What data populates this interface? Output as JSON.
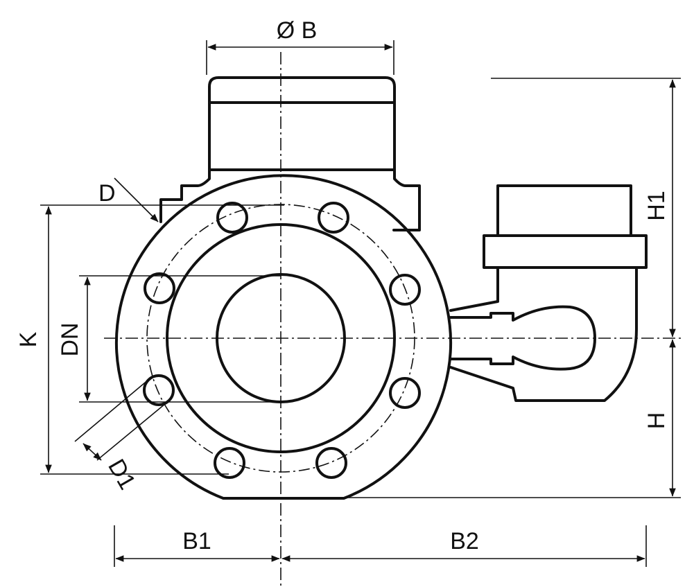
{
  "diagram": {
    "labels": {
      "dia_b": "Ø B",
      "d": "D",
      "k": "K",
      "dn": "DN",
      "d1": "D1",
      "h1": "H1",
      "h": "H",
      "b1": "B1",
      "b2": "B2"
    },
    "line_color": "#111111",
    "background": "#ffffff"
  }
}
